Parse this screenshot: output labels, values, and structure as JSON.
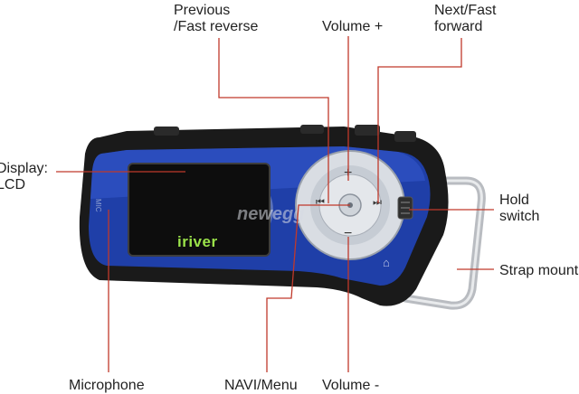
{
  "labels": {
    "previous": [
      "Previous",
      "/Fast reverse"
    ],
    "volume_up": "Volume +",
    "next": [
      "Next/Fast",
      "forward"
    ],
    "display": [
      "Display:",
      "LCD"
    ],
    "hold": [
      "Hold",
      "switch"
    ],
    "strap": "Strap mount",
    "microphone": "Microphone",
    "navi": "NAVI/Menu",
    "volume_down": "Volume -"
  },
  "device": {
    "brand": "iriver",
    "mic_text": "MIC",
    "watermark": "newegg",
    "buttons": {
      "up": "+",
      "down": "−",
      "left": "⏮",
      "right": "⏭",
      "home": "⌂"
    }
  },
  "colors": {
    "leader_line": "#c0392b",
    "body_blue": "#1f3fa8",
    "body_dark": "#1a1a1a",
    "wheel": "#d9dde3",
    "screen": "#0d0d0d",
    "brand": "#9be34a"
  }
}
